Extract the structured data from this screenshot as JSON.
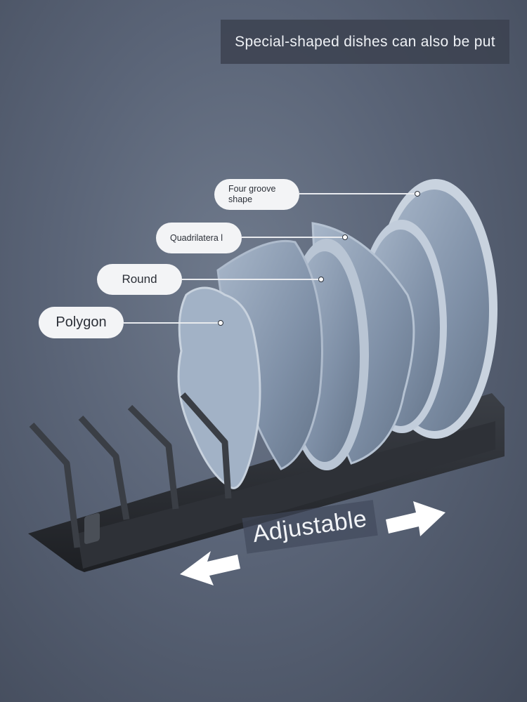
{
  "banner": {
    "text": "Special-shaped dishes can also be put"
  },
  "callouts": [
    {
      "id": "four-groove",
      "label": "Four groove shape"
    },
    {
      "id": "quadrilateral",
      "label": "Quadrilatera l"
    },
    {
      "id": "round",
      "label": "Round"
    },
    {
      "id": "polygon",
      "label": "Polygon"
    }
  ],
  "adjustable": {
    "label": "Adjustable"
  },
  "icons": {
    "left_arrow": "arrow-left-icon",
    "right_arrow": "arrow-right-icon"
  },
  "colors": {
    "plate": "#8a9bb1",
    "plate_edge": "#a9b8cb",
    "rack": "#2b2e33",
    "background": "#5a6477"
  }
}
